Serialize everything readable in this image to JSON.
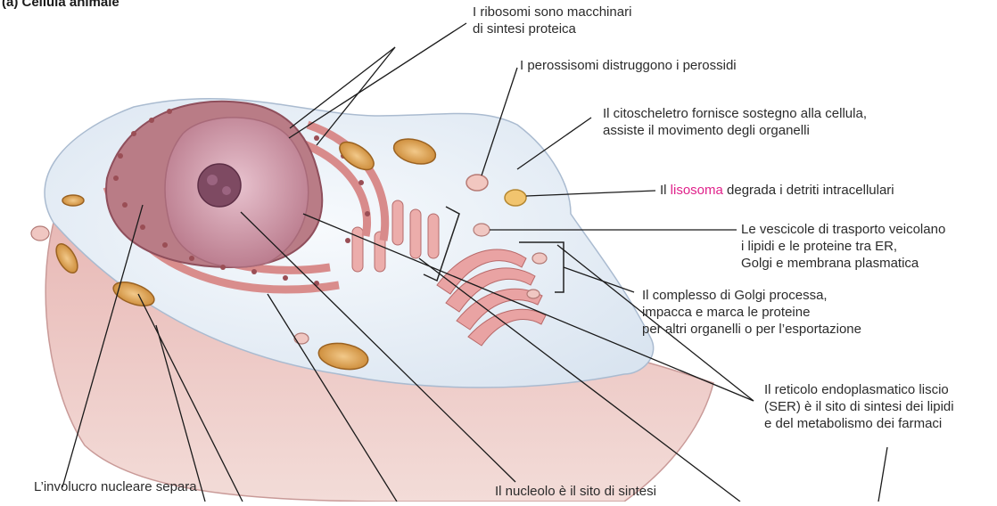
{
  "title": "(a) Cellula animale",
  "labels": {
    "ribosomes": {
      "line1": "I ribosomi sono macchinari",
      "line2": "di sintesi proteica"
    },
    "peroxisomes": {
      "line1": "I perossisomi distruggono i perossidi"
    },
    "cytoskeleton": {
      "line1": "Il citoscheletro fornisce sostegno alla cellula,",
      "line2": "assiste il movimento degli organelli"
    },
    "lysosome": {
      "pre": "Il ",
      "highlight": "lisosoma",
      "post": " degrada i detriti intracellulari"
    },
    "vesicles": {
      "line1": "Le vescicole di trasporto veicolano",
      "line2": "i lipidi e le proteine tra ER,",
      "line3": "Golgi e membrana plasmatica"
    },
    "golgi": {
      "line1": "Il complesso di Golgi processa,",
      "line2": "impacca e marca le proteine",
      "line3": "per altri organelli o per l’esportazione"
    },
    "ser": {
      "line1": "Il reticolo endoplasmatico liscio",
      "line2": "(SER) è il sito di sintesi dei lipidi",
      "line3": "e del metabolismo dei farmaci"
    },
    "nuclear_envelope": {
      "line1": "L’involucro nucleare separa"
    },
    "nucleolus": {
      "line1": "Il nucleolo è il sito di sintesi"
    }
  },
  "colors": {
    "highlight": "#e0218a",
    "cytoplasm": "#e6eef7",
    "base": "#e9c2c0",
    "nucleus": "#c98a99",
    "er": "#d98d8c",
    "mitochondria": "#e3a24a"
  }
}
